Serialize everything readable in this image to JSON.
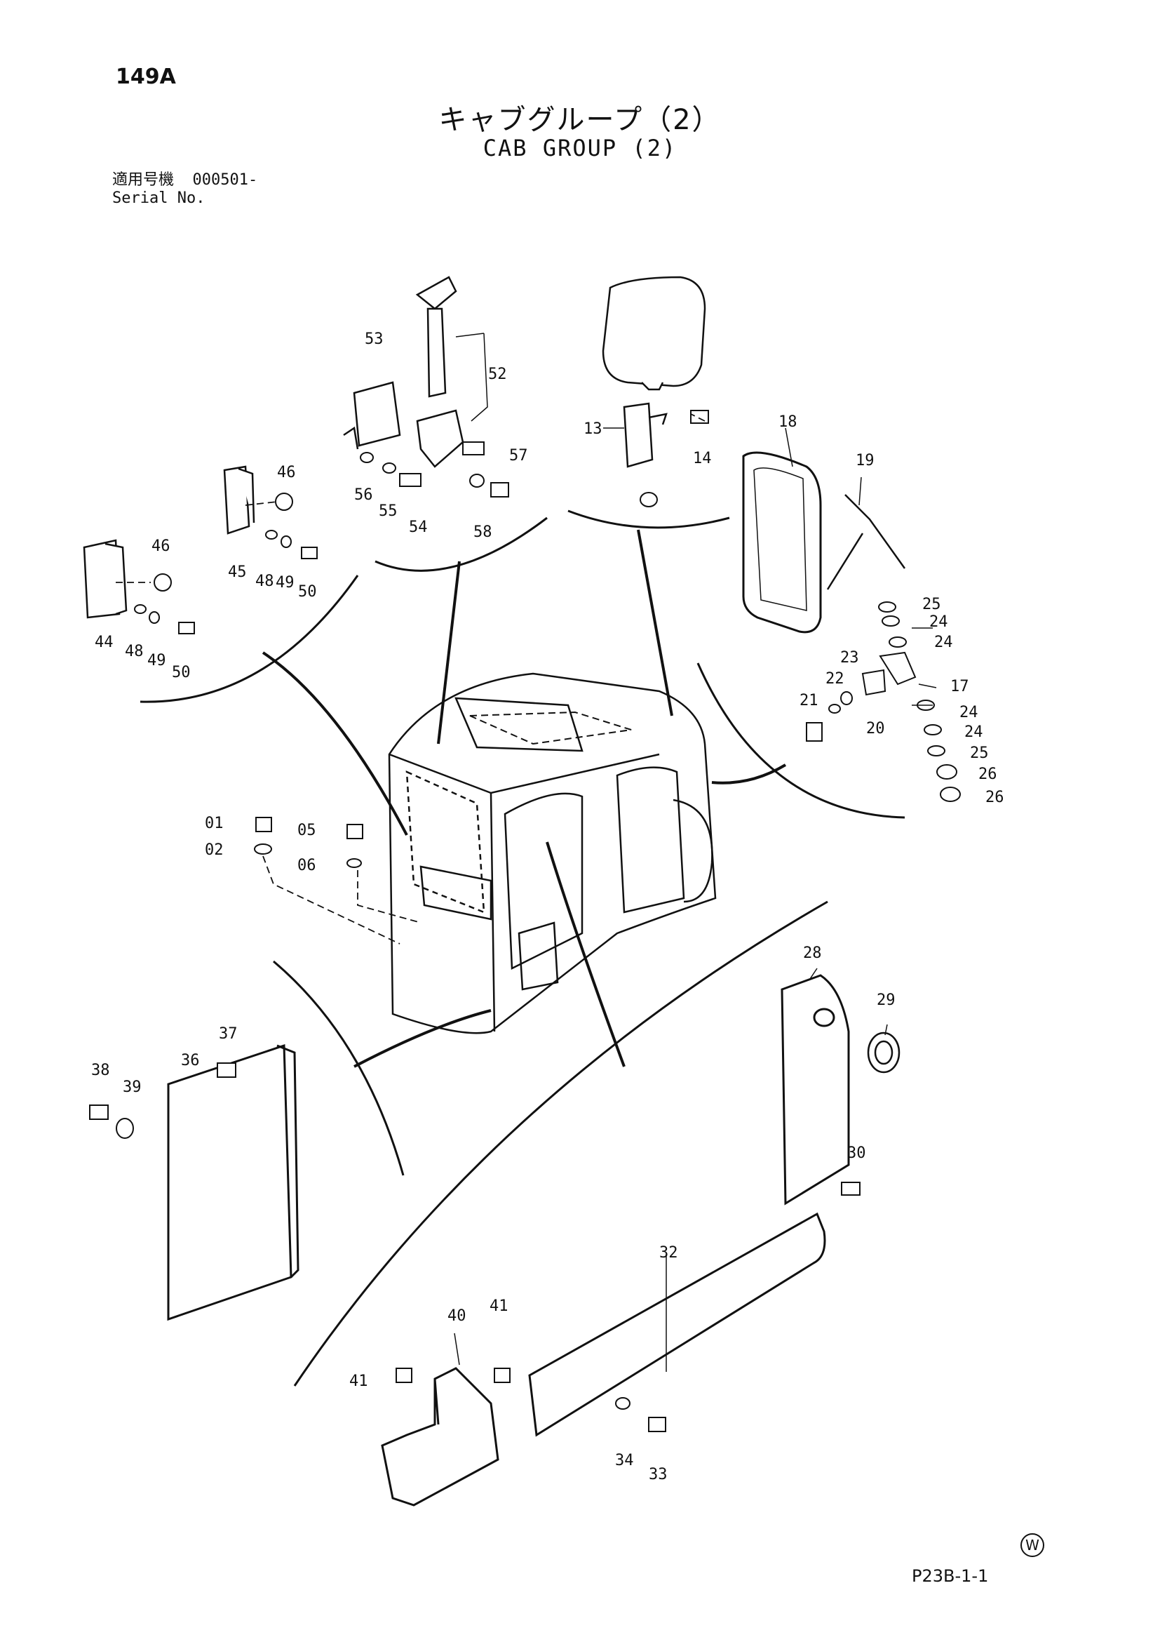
{
  "header": {
    "page_number": "149A",
    "title_jp": "キャブグループ（2）",
    "title_en": "CAB GROUP (2)",
    "serial_label_jp": "適用号機",
    "serial_value": "000501-",
    "serial_label_en": "Serial No."
  },
  "footer": {
    "reference_code": "P23B-1-1",
    "w_mark": "W"
  },
  "callouts": {
    "c01": "01",
    "c02": "02",
    "c05": "05",
    "c06": "06",
    "c13": "13",
    "c14": "14",
    "c17": "17",
    "c18": "18",
    "c19": "19",
    "c20": "20",
    "c21": "21",
    "c22": "22",
    "c23": "23",
    "c24": "24",
    "c25": "25",
    "c26": "26",
    "c28": "28",
    "c29": "29",
    "c30": "30",
    "c32": "32",
    "c33": "33",
    "c34": "34",
    "c36": "36",
    "c37": "37",
    "c38": "38",
    "c39": "39",
    "c40": "40",
    "c41": "41",
    "c44": "44",
    "c45": "45",
    "c46": "46",
    "c48": "48",
    "c49": "49",
    "c50": "50",
    "c52": "52",
    "c53": "53",
    "c54": "54",
    "c55": "55",
    "c56": "56",
    "c57": "57",
    "c58": "58"
  }
}
